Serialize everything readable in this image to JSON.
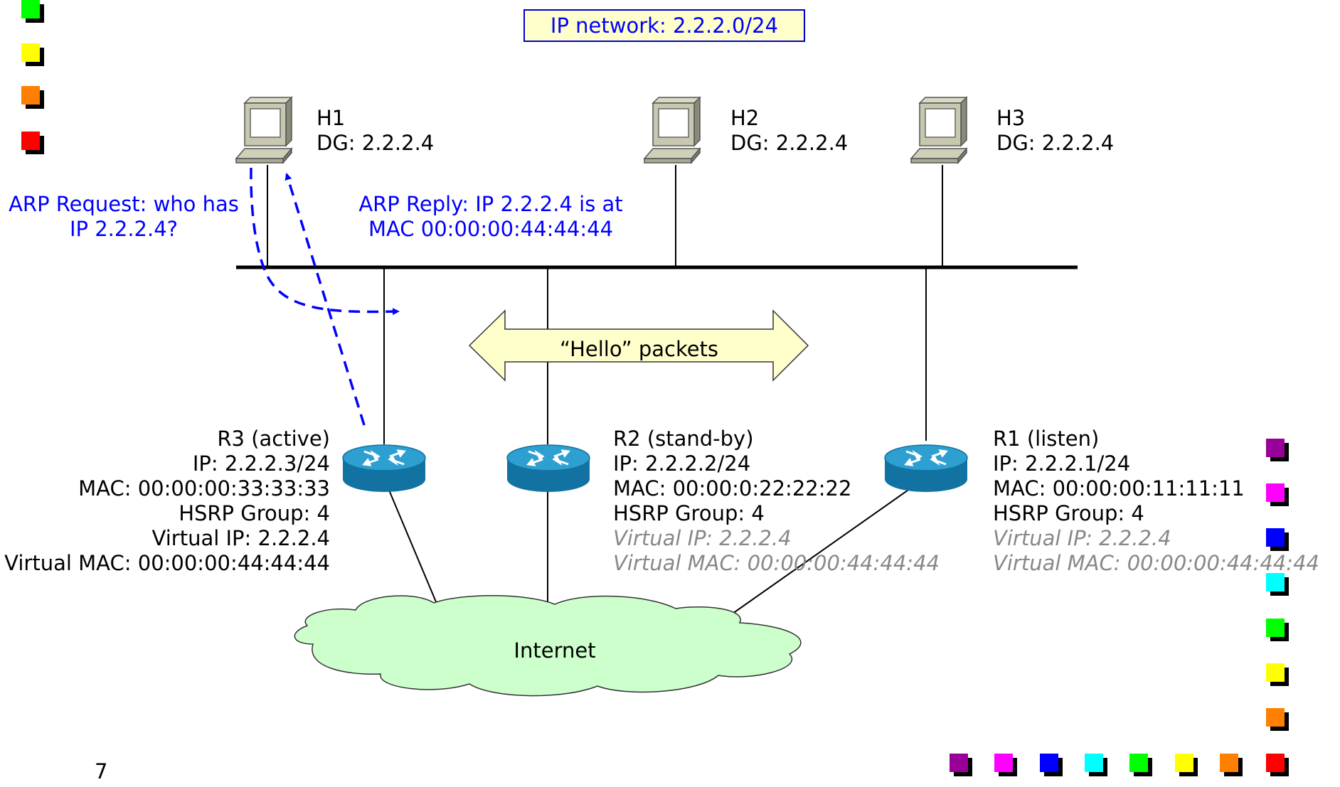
{
  "header": {
    "network_label": "IP network: 2.2.2.0/24"
  },
  "hosts": [
    {
      "name": "H1",
      "dg": "DG: 2.2.2.4"
    },
    {
      "name": "H2",
      "dg": "DG: 2.2.2.4"
    },
    {
      "name": "H3",
      "dg": "DG: 2.2.2.4"
    }
  ],
  "arp": {
    "request_line1": "ARP Request: who has",
    "request_line2": "IP 2.2.2.4?",
    "reply_line1": "ARP Reply: IP 2.2.2.4 is at",
    "reply_line2": "MAC 00:00:00:44:44:44"
  },
  "hello_label": "“Hello” packets",
  "routers": {
    "r3": {
      "title": "R3 (active)",
      "ip": "IP: 2.2.2.3/24",
      "mac": "MAC: 00:00:00:33:33:33",
      "group": "HSRP Group: 4",
      "vip": "Virtual IP: 2.2.2.4",
      "vmac": "Virtual MAC: 00:00:00:44:44:44"
    },
    "r2": {
      "title": "R2 (stand-by)",
      "ip": "IP: 2.2.2.2/24",
      "mac": "MAC: 00:00:0:22:22:22",
      "group": "HSRP Group: 4",
      "vip": "Virtual IP: 2.2.2.4",
      "vmac": "Virtual MAC: 00:00:00:44:44:44"
    },
    "r1": {
      "title": "R1 (listen)",
      "ip": "IP: 2.2.2.1/24",
      "mac": "MAC: 00:00:00:11:11:11",
      "group": "HSRP Group: 4",
      "vip": "Virtual IP: 2.2.2.4",
      "vmac": "Virtual MAC: 00:00:00:44:44:44"
    }
  },
  "cloud_label": "Internet",
  "page_number": "7",
  "colors": {
    "arrow": "#0000ff",
    "cloud": "#ccffcc",
    "hello_arrow": "#ffffcc",
    "router": "#1e8ab8",
    "left_squares": [
      "#00ff00",
      "#ffff00",
      "#ff8000",
      "#ff0000"
    ],
    "right_squares": [
      "#990099",
      "#ff00ff",
      "#0000ff",
      "#00ffff",
      "#00ff00",
      "#ffff00",
      "#ff8000"
    ],
    "bottom_squares": [
      "#990099",
      "#ff00ff",
      "#0000ff",
      "#00ffff",
      "#00ff00",
      "#ffff00",
      "#ff8000",
      "#ff0000"
    ]
  }
}
